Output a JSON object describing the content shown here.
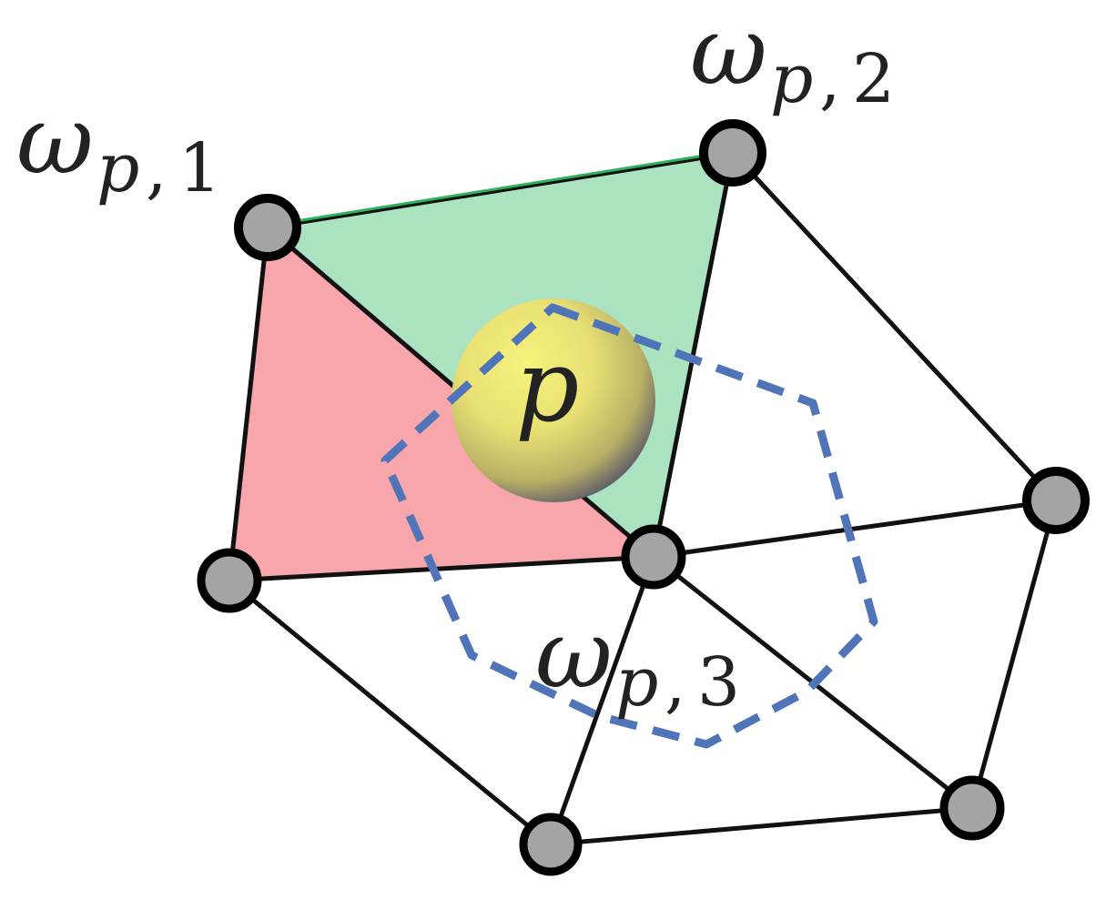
{
  "labels": {
    "weight1": {
      "base": "ω",
      "sub": "p",
      "sep": ",",
      "index": "1"
    },
    "weight2": {
      "base": "ω",
      "sub": "p",
      "sep": ",",
      "index": "2"
    },
    "weight3": {
      "base": "ω",
      "sub": "p",
      "sep": ",",
      "index": "3"
    },
    "particle": "p"
  },
  "colors": {
    "green_triangle": "#abe2c0",
    "green_edge": "#2fb05a",
    "red_triangle": "#f7a7ab",
    "edge": "#111111",
    "node_fill": "#a4a4a4",
    "node_stroke": "#000000",
    "dashed_polygon": "#4f74b8",
    "sphere_highlight": "#f6f27a",
    "sphere_shadow": "#54546a"
  }
}
